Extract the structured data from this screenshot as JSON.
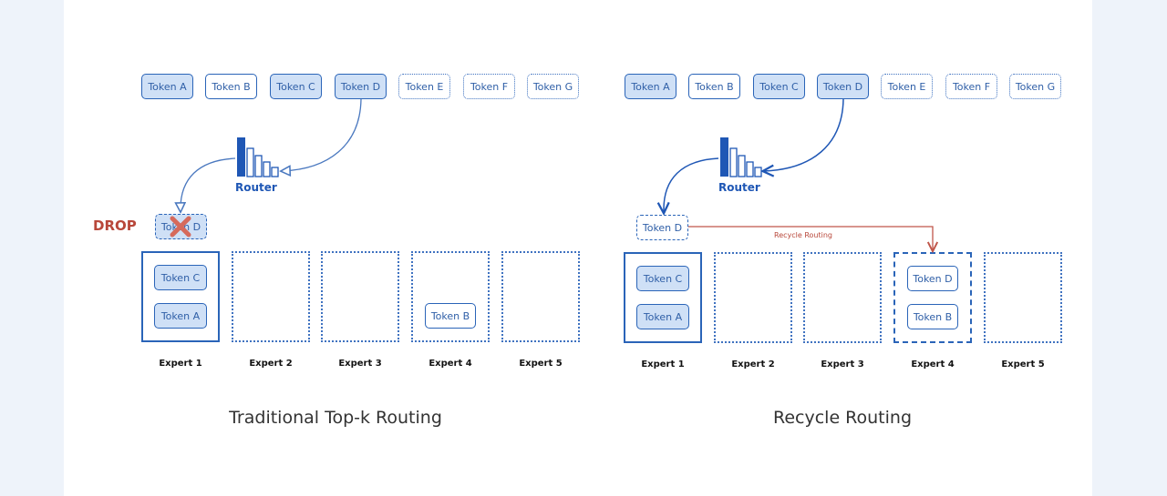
{
  "tokens": {
    "a": "Token A",
    "b": "Token B",
    "c": "Token C",
    "d": "Token D",
    "e": "Token E",
    "f": "Token F",
    "g": "Token G"
  },
  "router_label": "Router",
  "drop_label": "DROP",
  "recycle_label": "Recycle Routing",
  "experts": [
    "Expert 1",
    "Expert 2",
    "Expert 3",
    "Expert 4",
    "Expert 5"
  ],
  "captions": {
    "left": "Traditional Top-k Routing",
    "right": "Recycle Routing"
  }
}
